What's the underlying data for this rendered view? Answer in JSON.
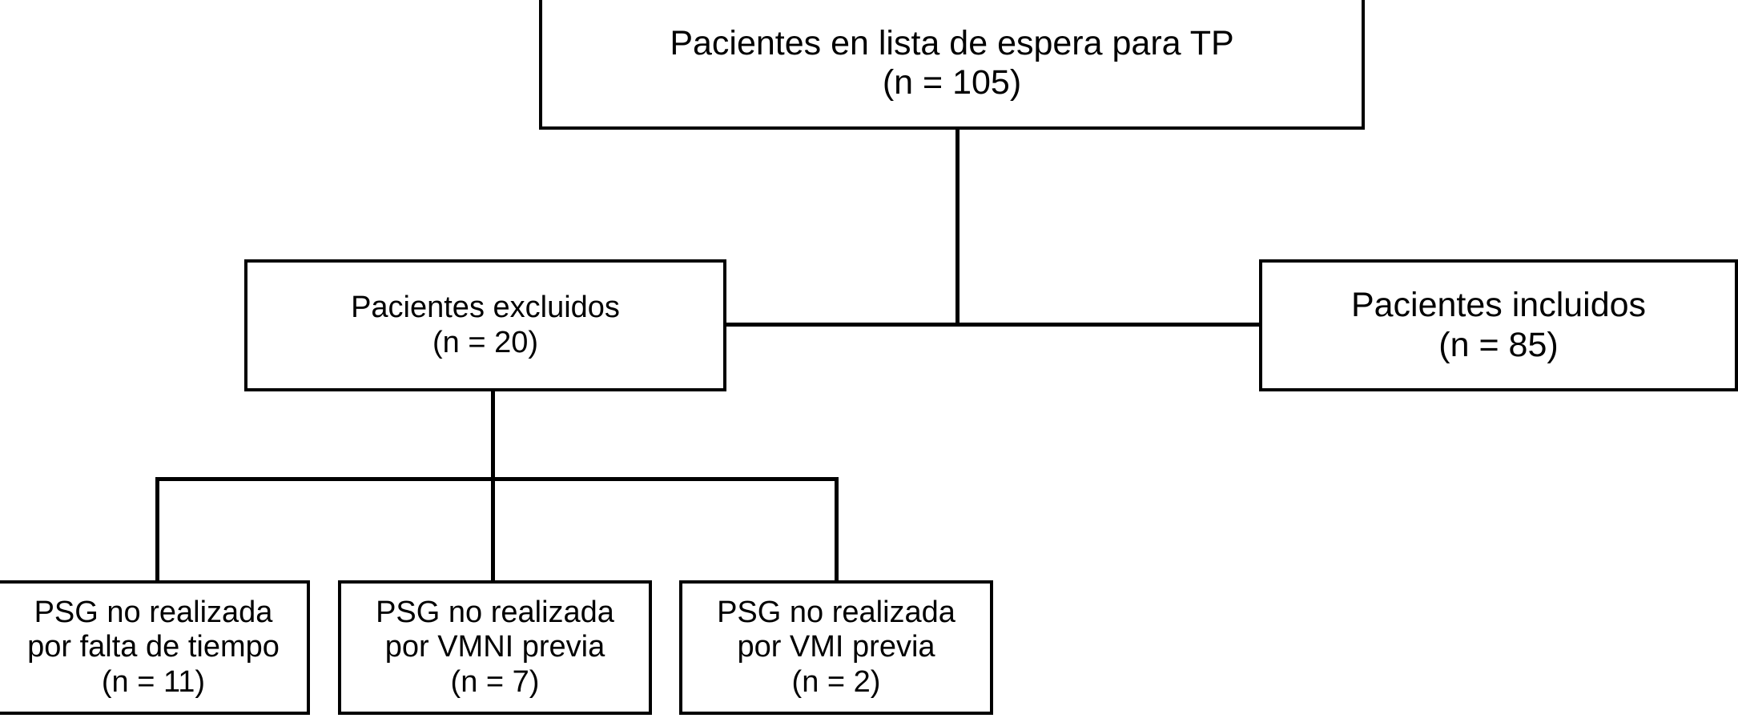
{
  "diagram": {
    "type": "flowchart",
    "title": "Pacientes en lista de espera para TP",
    "language": "es",
    "nodes": {
      "waitlist": {
        "line1": "Pacientes en lista de espera para TP",
        "line2": "(n = 105)",
        "count": 105
      },
      "excluded": {
        "line1": "Pacientes excluidos",
        "line2": "(n = 20)",
        "count": 20
      },
      "included": {
        "line1": "Pacientes incluidos",
        "line2": "(n = 85)",
        "count": 85
      },
      "psg_time": {
        "line1": "PSG no realizada",
        "line2": "por falta de tiempo",
        "line3": "(n = 11)",
        "count": 11
      },
      "psg_nivm": {
        "line1": "PSG no realizada",
        "line2": "por VMNI previa",
        "line3": "(n = 7)",
        "count": 7
      },
      "psg_imv": {
        "line1": "PSG no realizada",
        "line2": "por VMI previa",
        "line3": "(n = 2)",
        "count": 2
      }
    },
    "colors": {
      "background": "#ffffff",
      "stroke": "#000000",
      "text": "#000000"
    }
  }
}
